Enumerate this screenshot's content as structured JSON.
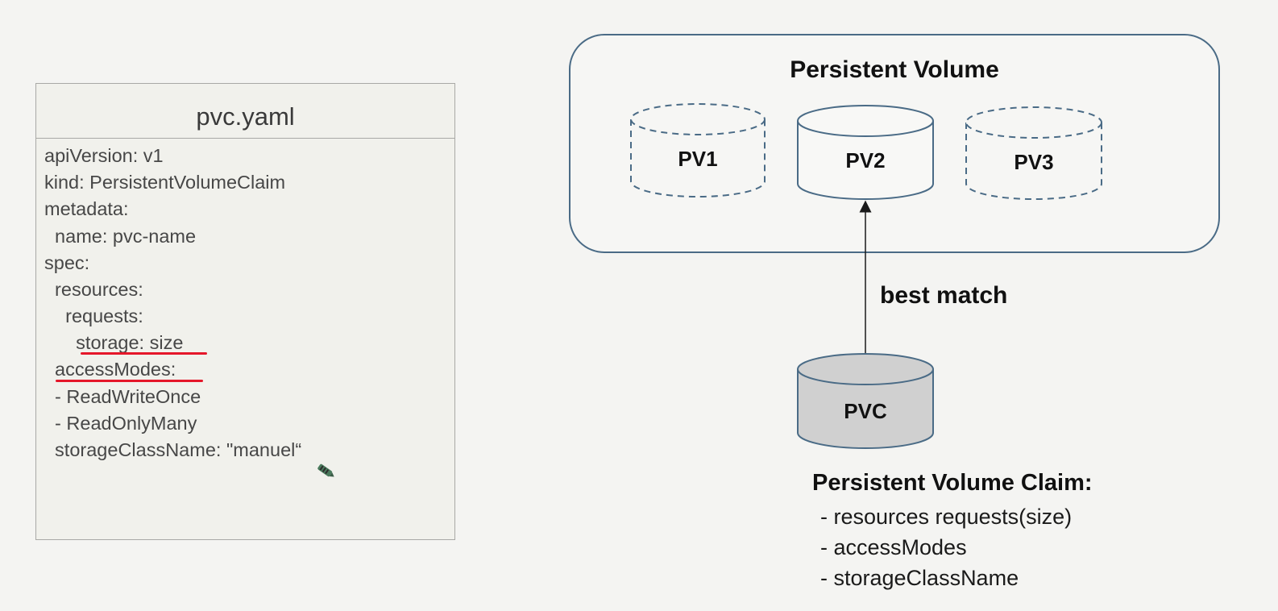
{
  "yaml": {
    "title": "pvc.yaml",
    "lines": [
      "apiVersion: v1",
      "kind: PersistentVolumeClaim",
      "metadata:",
      "  name: pvc-name",
      "spec:",
      "  resources:",
      "    requests:",
      "      storage: size",
      "  accessModes:",
      "  - ReadWriteOnce",
      "  - ReadOnlyMany",
      "  storageClassName: \"manuel“"
    ],
    "highlight_color": "#e5172a"
  },
  "diagram": {
    "pv_group_title": "Persistent Volume",
    "volumes": [
      {
        "label": "PV1",
        "style": "dashed"
      },
      {
        "label": "PV2",
        "style": "solid"
      },
      {
        "label": "PV3",
        "style": "dashed"
      }
    ],
    "arrow_label": "best match",
    "claim": {
      "label": "PVC",
      "fill": "#d0d0d0"
    },
    "claim_caption": "Persistent Volume Claim:",
    "claim_items": [
      "- resources requests(size)",
      "- accessModes",
      "- storageClassName"
    ],
    "border_color": "#4a6b86"
  }
}
